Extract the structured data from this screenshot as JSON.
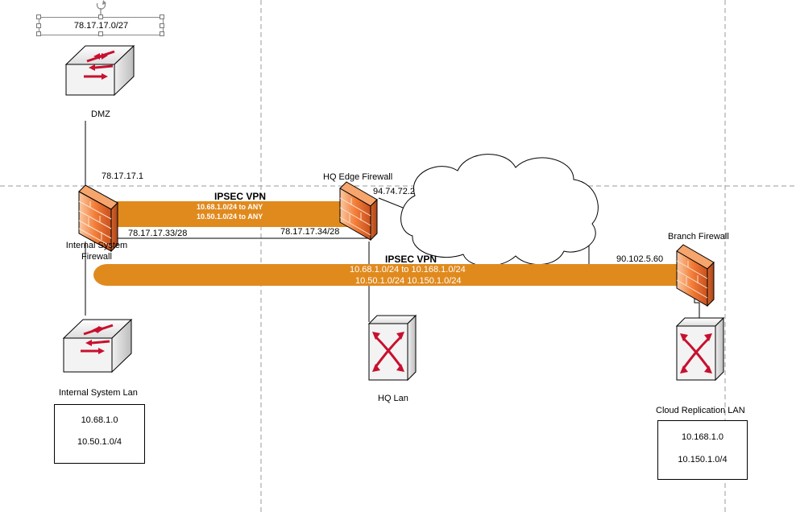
{
  "dmz_subnet": "78.17.17.0/27",
  "dmz": {
    "label": "DMZ"
  },
  "internal_fw": {
    "label_line1": "Internal System",
    "label_line2": "Firewall",
    "ip_top": "78.17.17.1",
    "ip_bottom": "78.17.17.33/28"
  },
  "hq_fw": {
    "label": "HQ Edge Firewall",
    "ip_wan": "94.74.72.2",
    "ip_inside": "78.17.17.34/28"
  },
  "branch_fw": {
    "label": "Branch Firewall",
    "ip_wan": "90.102.5.60"
  },
  "vpn1": {
    "title": "IPSEC VPN",
    "rule1": "10.68.1.0/24 to ANY",
    "rule2": "10.50.1.0/24 to ANY"
  },
  "vpn2": {
    "title": "IPSEC VPN",
    "rule1": "10.68.1.0/24 to 10.168.1.0/24",
    "rule2": "10.50.1.0/24 10.150.1.0/24"
  },
  "internal_lan": {
    "label": "Internal System Lan",
    "net1": "10.68.1.0",
    "net2": "10.50.1.0/4"
  },
  "hq_lan": {
    "label": "HQ Lan"
  },
  "cloud_lan": {
    "label": "Cloud Replication LAN",
    "net1": "10.168.1.0",
    "net2": "10.150.1.0/4"
  },
  "colors": {
    "vpn_orange": "#e08a1e",
    "line": "#000000",
    "page_guide": "#9a9a9a"
  },
  "icons": [
    "switch-icon",
    "firewall-icon",
    "cloud-icon",
    "rotate-handle-icon"
  ]
}
